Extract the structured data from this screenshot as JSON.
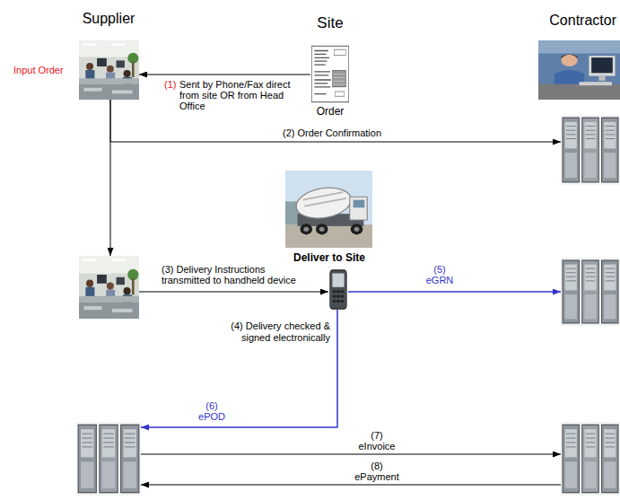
{
  "diagram": {
    "nodes": [
      {
        "text": [
          "Supplier"
        ]
      },
      {
        "text": [
          "Site",
          "Order"
        ]
      },
      {
        "text": [
          "Contractor"
        ]
      },
      {
        "text": []
      },
      {
        "text": [
          "Deliver to Site"
        ]
      },
      {
        "text": []
      },
      {
        "text": [
          "(4) Delivery checked & signed electronically"
        ]
      },
      {
        "text": []
      },
      {
        "text": []
      },
      {
        "text": []
      }
    ],
    "edges": [
      {
        "from": 1,
        "to": 0,
        "label": "Sent by Phone/Fax direct from site OR from Head Office",
        "arrow": "to"
      },
      {
        "from": 0,
        "to": 3,
        "label": "(2) Order Confirmation",
        "arrow": "to"
      },
      {
        "from": 0,
        "to": 5,
        "arrow": "to"
      },
      {
        "from": 5,
        "to": 6,
        "label": "(3) Delivery Instructions transmitted to handheld device",
        "arrow": "to"
      },
      {
        "from": 6,
        "to": 7,
        "label": "(5) eGRN",
        "arrow": "to"
      },
      {
        "from": 6,
        "to": 8,
        "label": "(6) ePOD",
        "arrow": "to"
      },
      {
        "from": 8,
        "to": 9,
        "label": "(7) eInvoice",
        "arrow": "to"
      },
      {
        "from": 9,
        "to": 8,
        "label": "(8) ePayment",
        "arrow": "to"
      }
    ],
    "labels": [
      "Input Order",
      "(1)"
    ]
  }
}
